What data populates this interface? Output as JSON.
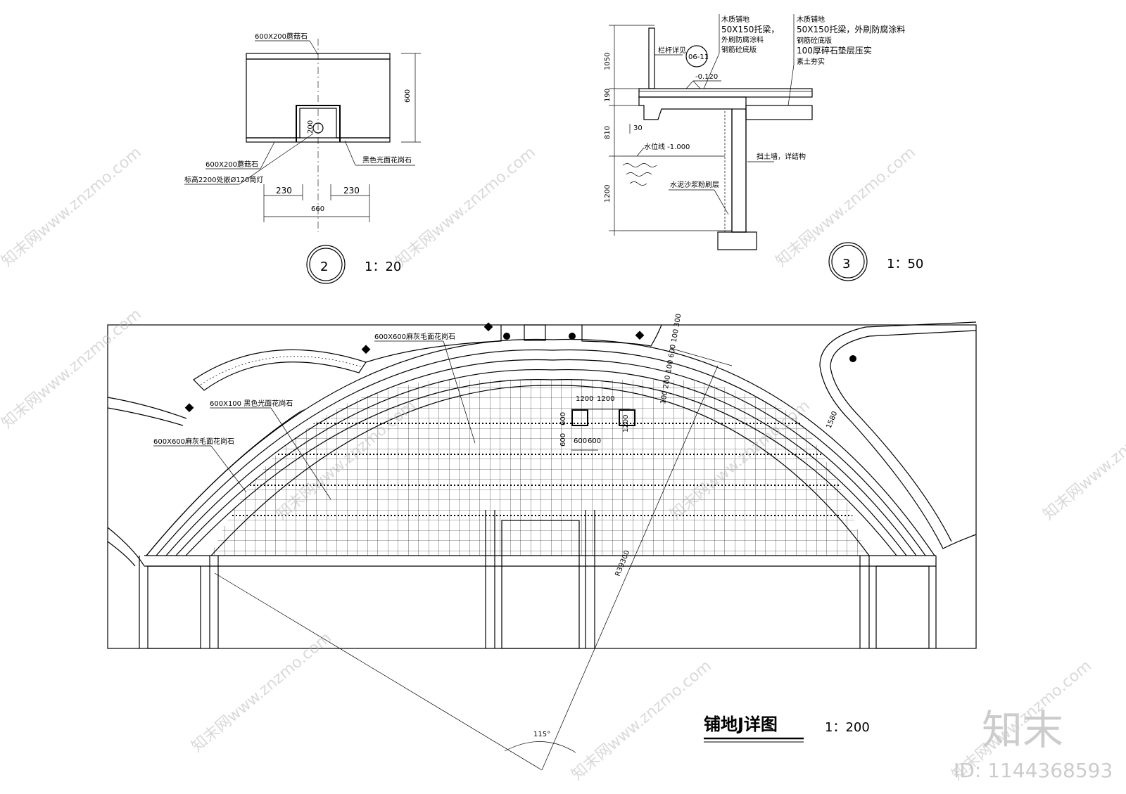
{
  "detail2": {
    "label_top": "600X200蘑菇石",
    "label_left": "600X200蘑菇石",
    "label_lamp": "标高2200处嵌Ø120筒灯",
    "label_right": "黑色光面花岗石",
    "dim_600": "600",
    "dim_230a": "230",
    "dim_230b": "230",
    "dim_660": "660",
    "dim_200": "200",
    "number": "2",
    "scale": "1：20"
  },
  "detail3": {
    "label_col1": [
      "木质铺地",
      "50X150托梁，",
      "外刷防腐涂料",
      "钢筋砼底版"
    ],
    "label_col2": [
      "木质铺地",
      "50X150托梁，外刷防腐涂料",
      "钢筋砼底版",
      "100厚碎石垫层压实",
      "素土夯实"
    ],
    "railing": "栏杆详见",
    "ref": "06-11",
    "elev": "-0.120",
    "water": "水位线 -1.000",
    "wall": "挡土墙，详结构",
    "mortar": "水泥沙浆粉刷层",
    "dim_1050": "1050",
    "dim_190": "190",
    "dim_810": "810",
    "dim_1200": "1200",
    "dim_30": "30",
    "number": "3",
    "scale": "1：50"
  },
  "plan": {
    "label_top": "600X600麻灰毛面花岗石",
    "label_black": "600X100 黑色光面花岗石",
    "label_left": "600X600麻灰毛面花岗石",
    "dim_1200a": "1200",
    "dim_1200b": "1200",
    "dim_1200c": "1200",
    "dim_600a": "600",
    "dim_600b": "600",
    "dim_600c": "600",
    "dim_600d": "600",
    "dim_1580": "1580",
    "dim_radius": "R39300",
    "dim_angle": "115°",
    "dim_arcs": "100 200 100 600 100 300",
    "title": "铺地J详图",
    "scale": "1：200"
  },
  "watermark": {
    "text": "知末网www.znzmo.com",
    "logo": "知末",
    "id": "ID: 1144368593"
  }
}
